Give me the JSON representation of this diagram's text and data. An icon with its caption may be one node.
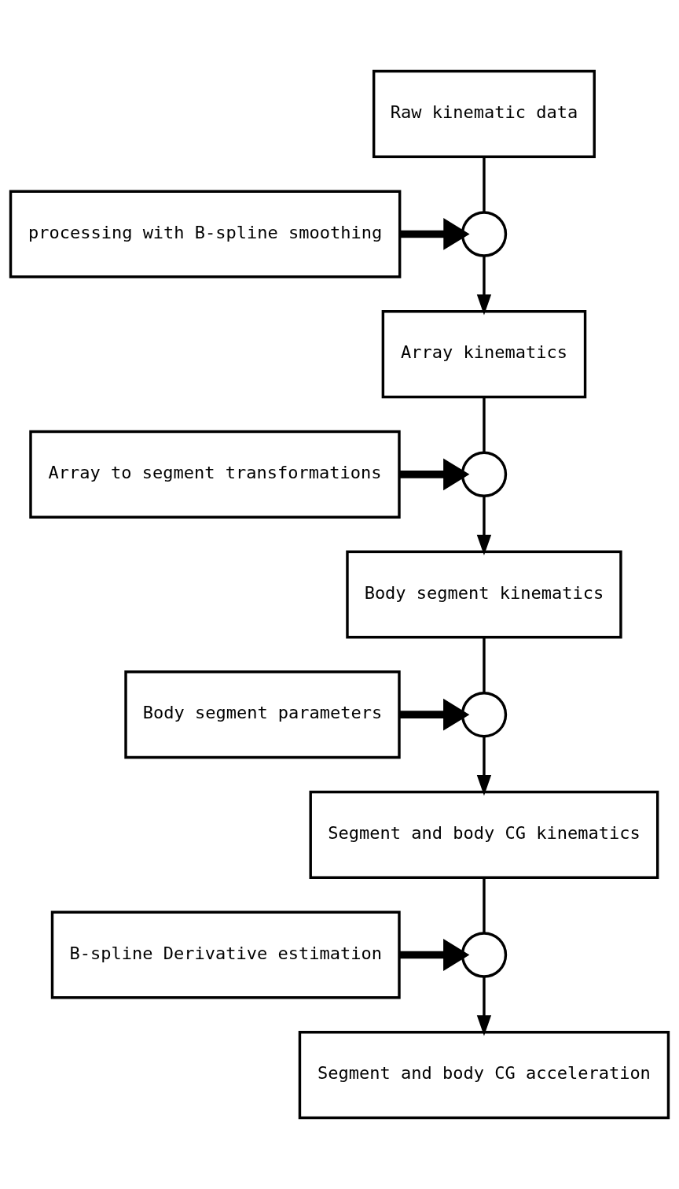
{
  "diagram": {
    "nodes": [
      {
        "text": [
          "Raw kinematic data"
        ]
      },
      {
        "text": [],
        "shape": "circle"
      },
      {
        "text": [
          "processing with B-spline smoothing"
        ]
      },
      {
        "text": [
          "Array kinematics"
        ]
      },
      {
        "text": [],
        "shape": "circle"
      },
      {
        "text": [
          "Array to segment transformations"
        ]
      },
      {
        "text": [
          "Body segment kinematics"
        ]
      },
      {
        "text": [],
        "shape": "circle"
      },
      {
        "text": [
          "Body segment parameters"
        ]
      },
      {
        "text": [
          "Segment and body CG kinematics"
        ]
      },
      {
        "text": [],
        "shape": "circle"
      },
      {
        "text": [
          "B-spline Derivative estimation"
        ]
      },
      {
        "text": [
          "Segment and body CG acceleration"
        ]
      }
    ],
    "edges": [
      {
        "from": 0,
        "to": 1,
        "arrow": "none"
      },
      {
        "from": 2,
        "to": 1,
        "arrow": "to",
        "style": "thick"
      },
      {
        "from": 1,
        "to": 3,
        "arrow": "to"
      },
      {
        "from": 3,
        "to": 4,
        "arrow": "none"
      },
      {
        "from": 5,
        "to": 4,
        "arrow": "to",
        "style": "thick"
      },
      {
        "from": 4,
        "to": 6,
        "arrow": "to"
      },
      {
        "from": 6,
        "to": 7,
        "arrow": "none"
      },
      {
        "from": 8,
        "to": 7,
        "arrow": "to",
        "style": "thick"
      },
      {
        "from": 7,
        "to": 9,
        "arrow": "to"
      },
      {
        "from": 9,
        "to": 10,
        "arrow": "none"
      },
      {
        "from": 11,
        "to": 10,
        "arrow": "to",
        "style": "thick"
      },
      {
        "from": 10,
        "to": 12,
        "arrow": "to"
      }
    ]
  }
}
